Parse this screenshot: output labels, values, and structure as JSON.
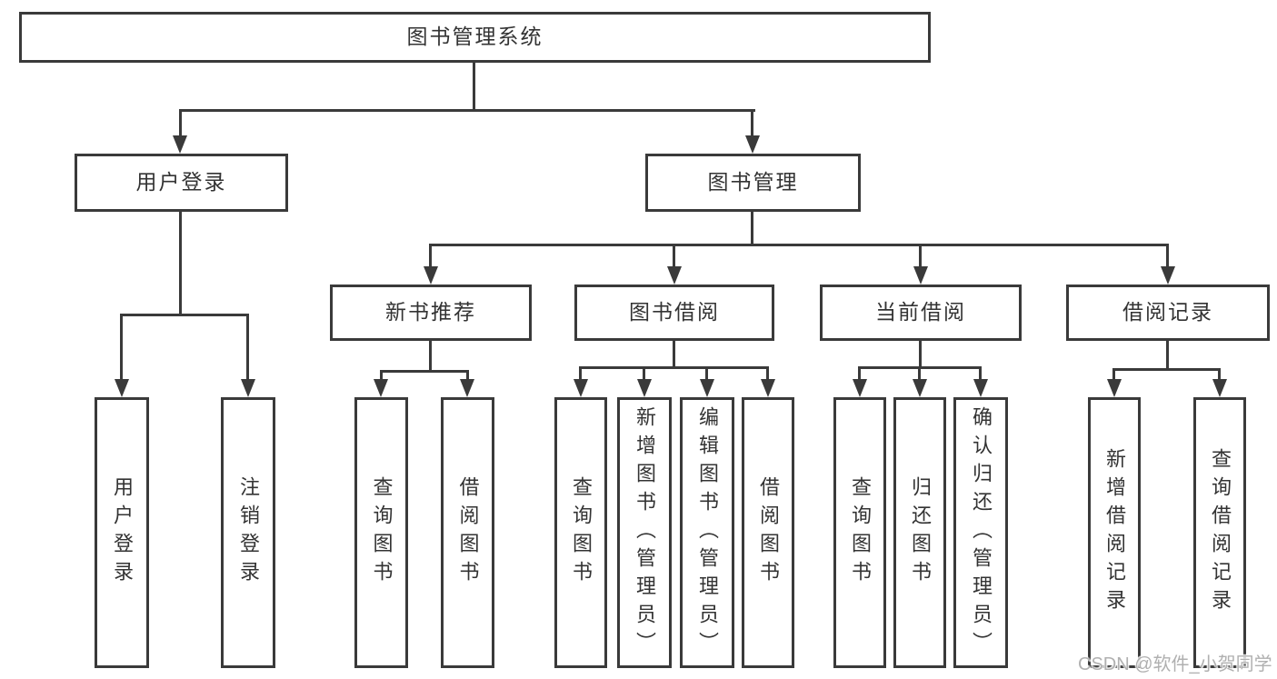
{
  "colors": {
    "line": "#3a3a3a",
    "text": "#333333",
    "background": "#ffffff",
    "watermark_text_color": "#b0b0b0"
  },
  "watermark": {
    "text": "CSDN @软件_小贺同学"
  },
  "tree": {
    "root": {
      "label": "图书管理系统"
    },
    "branches": [
      {
        "label": "用户登录",
        "children": [
          {
            "label": "用户登录"
          },
          {
            "label": "注销登录"
          }
        ]
      },
      {
        "label": "图书管理",
        "groups": [
          {
            "label": "新书推荐",
            "children": [
              {
                "label": "查询图书"
              },
              {
                "label": "借阅图书"
              }
            ]
          },
          {
            "label": "图书借阅",
            "children": [
              {
                "label": "查询图书"
              },
              {
                "label": "新增图书（管理员）"
              },
              {
                "label": "编辑图书（管理员）"
              },
              {
                "label": "借阅图书"
              }
            ]
          },
          {
            "label": "当前借阅",
            "children": [
              {
                "label": "查询图书"
              },
              {
                "label": "归还图书"
              },
              {
                "label": "确认归还（管理员）"
              }
            ]
          },
          {
            "label": "借阅记录",
            "children": [
              {
                "label": "新增借阅记录"
              },
              {
                "label": "查询借阅记录"
              }
            ]
          }
        ]
      }
    ]
  }
}
